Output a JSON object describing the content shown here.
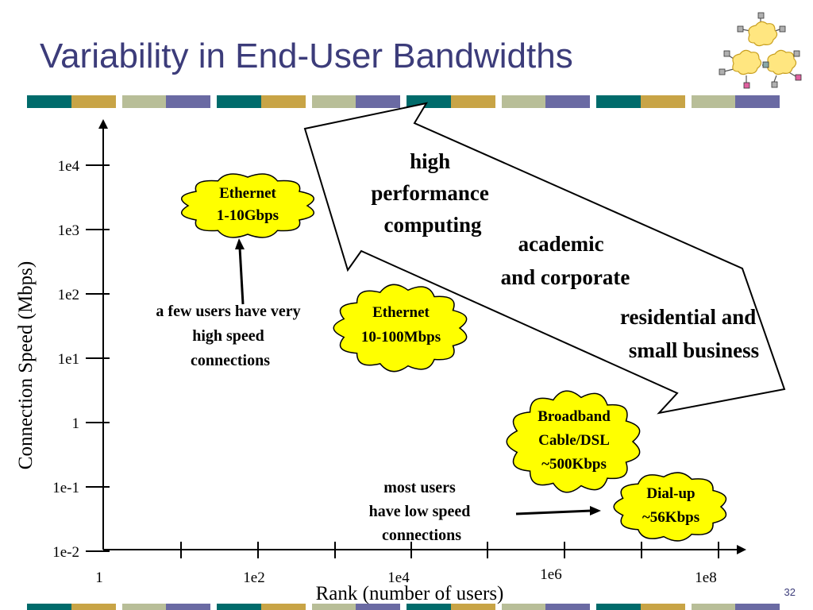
{
  "title": "Variability in End-User Bandwidths",
  "page_number": "32",
  "colors": {
    "title": "#3c3c7a",
    "band": [
      "#006b6b",
      "#c8a446",
      "#b8be98",
      "#6a6aa3"
    ],
    "cloud_fill": "#ffff00",
    "arrow_fill": "#ffffff",
    "line": "#000000"
  },
  "y_axis": {
    "title": "Connection Speed (Mbps)",
    "ticks": [
      "1e4",
      "1e3",
      "1e2",
      "1e1",
      "1",
      "1e-1",
      "1e-2"
    ]
  },
  "x_axis": {
    "title": "Rank (number of users)",
    "ticks": [
      "1",
      "1e2",
      "1e4",
      "1e6",
      "1e8"
    ]
  },
  "clouds": [
    {
      "name": "ethernet-1-10gbps",
      "lines": [
        "Ethernet",
        "1-10Gbps"
      ]
    },
    {
      "name": "ethernet-10-100mbps",
      "lines": [
        "Ethernet",
        "10-100Mbps"
      ]
    },
    {
      "name": "broadband-cable-dsl",
      "lines": [
        "Broadband",
        "Cable/DSL",
        "~500Kbps"
      ]
    },
    {
      "name": "dial-up",
      "lines": [
        "Dial-up",
        "~56Kbps"
      ]
    }
  ],
  "notes": {
    "few_users": [
      "a few users have very",
      "high speed",
      "connections"
    ],
    "most_users": [
      "most users",
      "have low speed",
      "connections"
    ]
  },
  "arrow_labels": {
    "hpc": [
      "high",
      "performance",
      "computing"
    ],
    "academic": [
      "academic",
      "and corporate"
    ],
    "residential": [
      "residential and",
      "small business"
    ]
  }
}
